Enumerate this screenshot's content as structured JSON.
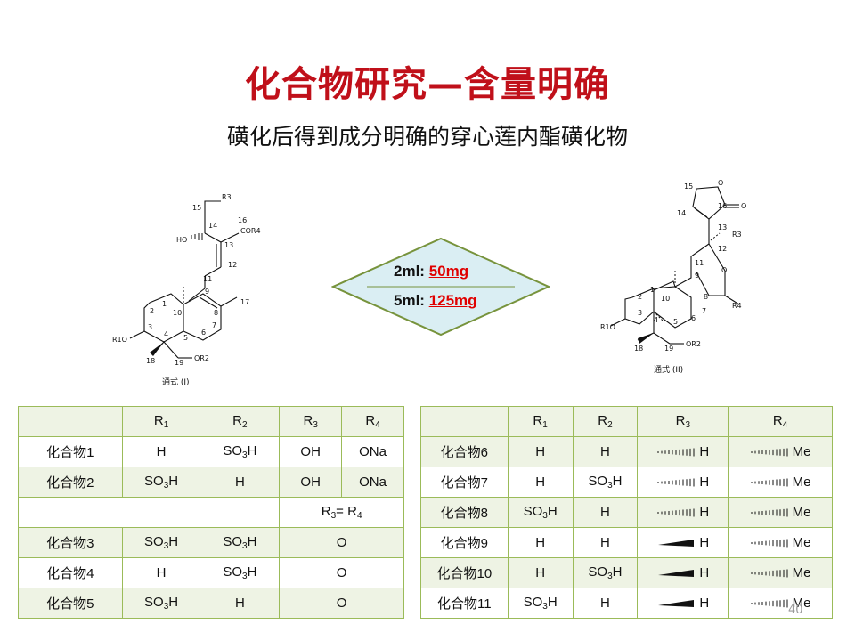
{
  "title": "化合物研究—含量明确",
  "subtitle": "磺化后得到成分明确的穿心莲内酯磺化物",
  "dosage": [
    {
      "volume": "2ml: ",
      "amount": "50mg"
    },
    {
      "volume": "5ml: ",
      "amount": "125mg"
    }
  ],
  "structure_left": {
    "caption": "通式 (I)",
    "labels": {
      "r3": "R3",
      "n15": "15",
      "n16": "16",
      "cor4": "COR4",
      "n14": "14",
      "ho": "HO",
      "n13": "13",
      "n12": "12",
      "n11": "11",
      "n9": "9",
      "n17": "17",
      "n1": "1",
      "n2": "2",
      "n10": "10",
      "n8": "8",
      "n3": "3",
      "n7": "7",
      "r1o": "R1O",
      "n4": "4",
      "n5": "5",
      "n6": "6",
      "n18": "18",
      "n19": "19",
      "or2": "OR2"
    }
  },
  "structure_right": {
    "caption": "通式 (II)",
    "labels": {
      "n15": "15",
      "o1": "O",
      "n16": "16",
      "o2": "O",
      "n14": "14",
      "n13": "13",
      "r3": "R3",
      "n12": "12",
      "n11": "11",
      "n9": "9",
      "o3": "O",
      "n1": "1",
      "n2": "2",
      "n10": "10",
      "n8": "8",
      "r4": "R4",
      "n3": "3",
      "n7": "7",
      "r1o": "R1O",
      "n4": "4",
      "n5": "5",
      "n6": "6",
      "n18": "18",
      "n19": "19",
      "or2": "OR2"
    }
  },
  "table_left": {
    "headers": {
      "r1": "R",
      "r1_sub": "1",
      "r2": "R",
      "r2_sub": "2",
      "r3": "R",
      "r3_sub": "3",
      "r4": "R",
      "r4_sub": "4"
    },
    "rows": [
      {
        "name": "化合物1",
        "r1": "H",
        "r2": "SO",
        "r2_sub": "3",
        "r2_end": "H",
        "r3": "OH",
        "r4": "ONa"
      },
      {
        "name": "化合物2",
        "r1": "SO",
        "r1_sub": "3",
        "r1_end": "H",
        "r2": "H",
        "r3": "OH",
        "r4": "ONa"
      }
    ],
    "note": {
      "a": "R",
      "a_sub": "3",
      "eq": "= ",
      "b": "R",
      "b_sub": "4"
    },
    "rows2": [
      {
        "name": "化合物3",
        "r1": "SO",
        "r1_sub": "3",
        "r1_end": "H",
        "r2": "SO",
        "r2_sub": "3",
        "r2_end": "H",
        "r34": "O"
      },
      {
        "name": "化合物4",
        "r1": "H",
        "r2": "SO",
        "r2_sub": "3",
        "r2_end": "H",
        "r34": "O"
      },
      {
        "name": "化合物5",
        "r1": "SO",
        "r1_sub": "3",
        "r1_end": "H",
        "r2": "H",
        "r34": "O"
      }
    ]
  },
  "table_right": {
    "headers": {
      "r1": "R",
      "r1_sub": "1",
      "r2": "R",
      "r2_sub": "2",
      "r3": "R",
      "r3_sub": "3",
      "r4": "R",
      "r4_sub": "4"
    },
    "rows": [
      {
        "name": "化合物6",
        "r1": "H",
        "r2": "H",
        "r3": "H",
        "r3_bond": "hashed",
        "r4": "Me",
        "r4_bond": "hashed"
      },
      {
        "name": "化合物7",
        "r1": "H",
        "r2": "SO",
        "r2_sub": "3",
        "r2_end": "H",
        "r3": "H",
        "r3_bond": "hashed",
        "r4": "Me",
        "r4_bond": "hashed"
      },
      {
        "name": "化合物8",
        "r1": "SO",
        "r1_sub": "3",
        "r1_end": "H",
        "r2": "H",
        "r3": "H",
        "r3_bond": "hashed",
        "r4": "Me",
        "r4_bond": "hashed"
      },
      {
        "name": "化合物9",
        "r1": "H",
        "r2": "H",
        "r3": "H",
        "r3_bond": "wedge",
        "r4": "Me",
        "r4_bond": "hashed"
      },
      {
        "name": "化合物10",
        "r1": "H",
        "r2": "SO",
        "r2_sub": "3",
        "r2_end": "H",
        "r3": "H",
        "r3_bond": "wedge",
        "r4": "Me",
        "r4_bond": "hashed"
      },
      {
        "name": "化合物11",
        "r1": "SO",
        "r1_sub": "3",
        "r1_end": "H",
        "r2": "H",
        "r3": "H",
        "r3_bond": "wedge",
        "r4": "Me",
        "r4_bond": "hashed"
      }
    ]
  },
  "page_number": "40",
  "colors": {
    "title": "#c0101a",
    "amount": "#e00000",
    "table_border": "#9bbb59",
    "table_band": "#eef3e4",
    "diamond_fill": "#daeef3",
    "diamond_stroke": "#77933c"
  }
}
